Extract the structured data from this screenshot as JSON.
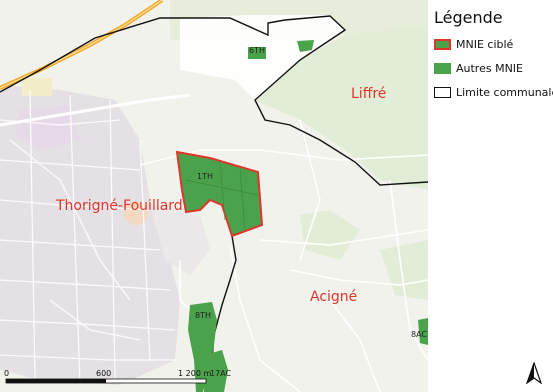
{
  "legend": {
    "title": "Légende",
    "items": [
      {
        "label": "MNIE ciblé"
      },
      {
        "label": "Autres MNIE"
      },
      {
        "label": "Limite communale"
      }
    ]
  },
  "communes": [
    "Thorigné-Fouillard",
    "Liffré",
    "Acigné"
  ],
  "mnie_labels": [
    "6TH",
    "1TH",
    "8TH",
    "17AC",
    "8AC"
  ],
  "scale_bar": {
    "ticks": [
      "0",
      "600",
      "1 200 m"
    ]
  },
  "colors": {
    "mnie_fill": "#4aa24a",
    "target_outline": "#e0352d",
    "commune_label": "#e0352d",
    "highway": "#f5a623"
  },
  "north_arrow": "north-arrow-icon"
}
